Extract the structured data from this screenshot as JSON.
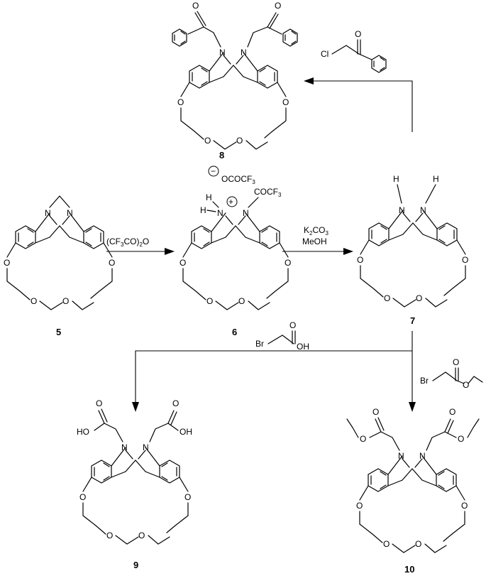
{
  "compounds": {
    "c5": "5",
    "c6": "6",
    "c7": "7",
    "c8": "8",
    "c9": "9",
    "c10": "10"
  },
  "reagents": {
    "tfaa_pre": "(CF",
    "tfaa_s1": "3",
    "tfaa_mid": "CO)",
    "tfaa_s2": "2",
    "tfaa_post": "O",
    "k2co3_k": "K",
    "k2co3_s1": "2",
    "k2co3_mid": "CO",
    "k2co3_s2": "3",
    "meoh": "MeOH",
    "chloro_cl": "Cl",
    "bromo_br": "Br",
    "bromo_oh": "OH",
    "ester_br": "Br"
  },
  "atoms": {
    "N": "N",
    "O": "O",
    "H": "H",
    "HO": "HO",
    "OH": "OH",
    "coc_pre": "COCF",
    "coc_sub": "3",
    "anion_pre": "OCOCF",
    "anion_sub": "3",
    "plus": "+",
    "minus": "−"
  }
}
